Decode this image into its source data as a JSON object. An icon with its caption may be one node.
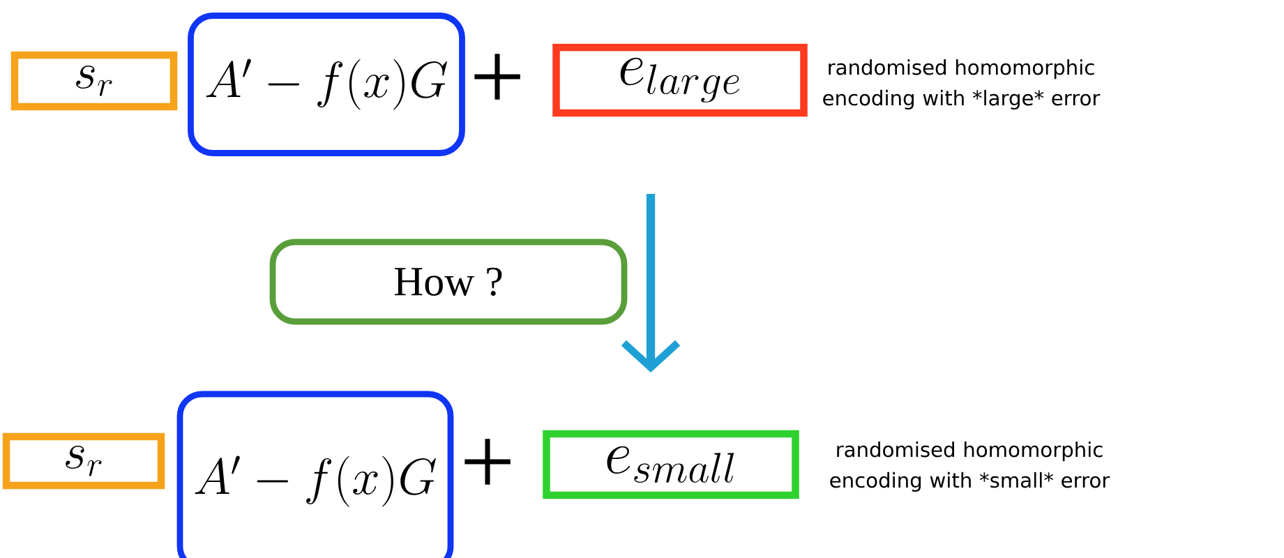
{
  "diagram": {
    "nodes": [
      {
        "text": [
          "s_r"
        ]
      },
      {
        "text": [
          "A' - f(x)G"
        ]
      },
      {
        "text": [
          "e_{large}"
        ]
      },
      {
        "text": [
          "How ?"
        ]
      },
      {
        "text": [
          "s_r"
        ]
      },
      {
        "text": [
          "A' - f(x)G"
        ]
      },
      {
        "text": [
          "e_{small}"
        ]
      }
    ],
    "labels": [
      "+",
      "randomised homomorphic encoding with *large* error",
      "+",
      "randomised homomorphic encoding with *small* error"
    ]
  }
}
